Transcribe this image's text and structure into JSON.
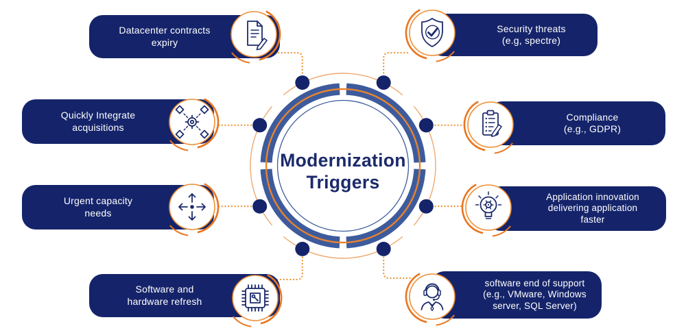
{
  "diagram_title": "Modernization Triggers",
  "center": {
    "lines": [
      "Modernization",
      "Triggers"
    ]
  },
  "colors": {
    "navy": "#15246a",
    "ring_blue": "#3d5b9c",
    "orange": "#e87722",
    "orange_ring": "#ef8e34",
    "light_orange": "#f0a86e",
    "text_white": "#ffffff"
  },
  "triggers": [
    {
      "id": "datacenter-contracts-expiry",
      "label": "Datacenter contracts expiry",
      "lines": [
        "Datacenter contracts",
        "expiry"
      ],
      "icon": "document-pencil-icon",
      "side": "left"
    },
    {
      "id": "quickly-integrate-acquisitions",
      "label": "Quickly Integrate acquisitions",
      "lines": [
        "Quickly Integrate",
        "acquisitions"
      ],
      "icon": "integration-network-icon",
      "side": "left"
    },
    {
      "id": "urgent-capacity-needs",
      "label": "Urgent capacity needs",
      "lines": [
        "Urgent capacity",
        "needs"
      ],
      "icon": "expand-arrows-icon",
      "side": "left"
    },
    {
      "id": "software-hardware-refresh",
      "label": "Software and hardware refresh",
      "lines": [
        "Software and",
        "hardware refresh"
      ],
      "icon": "microchip-icon",
      "side": "left"
    },
    {
      "id": "security-threats",
      "label": "Security threats (e.g, spectre)",
      "lines": [
        "Security threats",
        "(e.g, spectre)"
      ],
      "icon": "shield-check-icon",
      "side": "right"
    },
    {
      "id": "compliance-gdpr",
      "label": "Compliance (e.g., GDPR)",
      "lines": [
        "Compliance",
        "(e.g., GDPR)"
      ],
      "icon": "clipboard-pencil-icon",
      "side": "right"
    },
    {
      "id": "application-innovation",
      "label": "Application innovation delivering application faster",
      "lines": [
        "Application innovation",
        "delivering application",
        "faster"
      ],
      "icon": "lightbulb-gear-icon",
      "side": "right"
    },
    {
      "id": "software-end-of-support",
      "label": "software end of support (e.g., VMware, Windows server, SQL Server)",
      "lines": [
        "software end of support",
        "(e.g., VMware, Windows",
        "server, SQL Server)"
      ],
      "icon": "support-agent-icon",
      "side": "right"
    }
  ]
}
